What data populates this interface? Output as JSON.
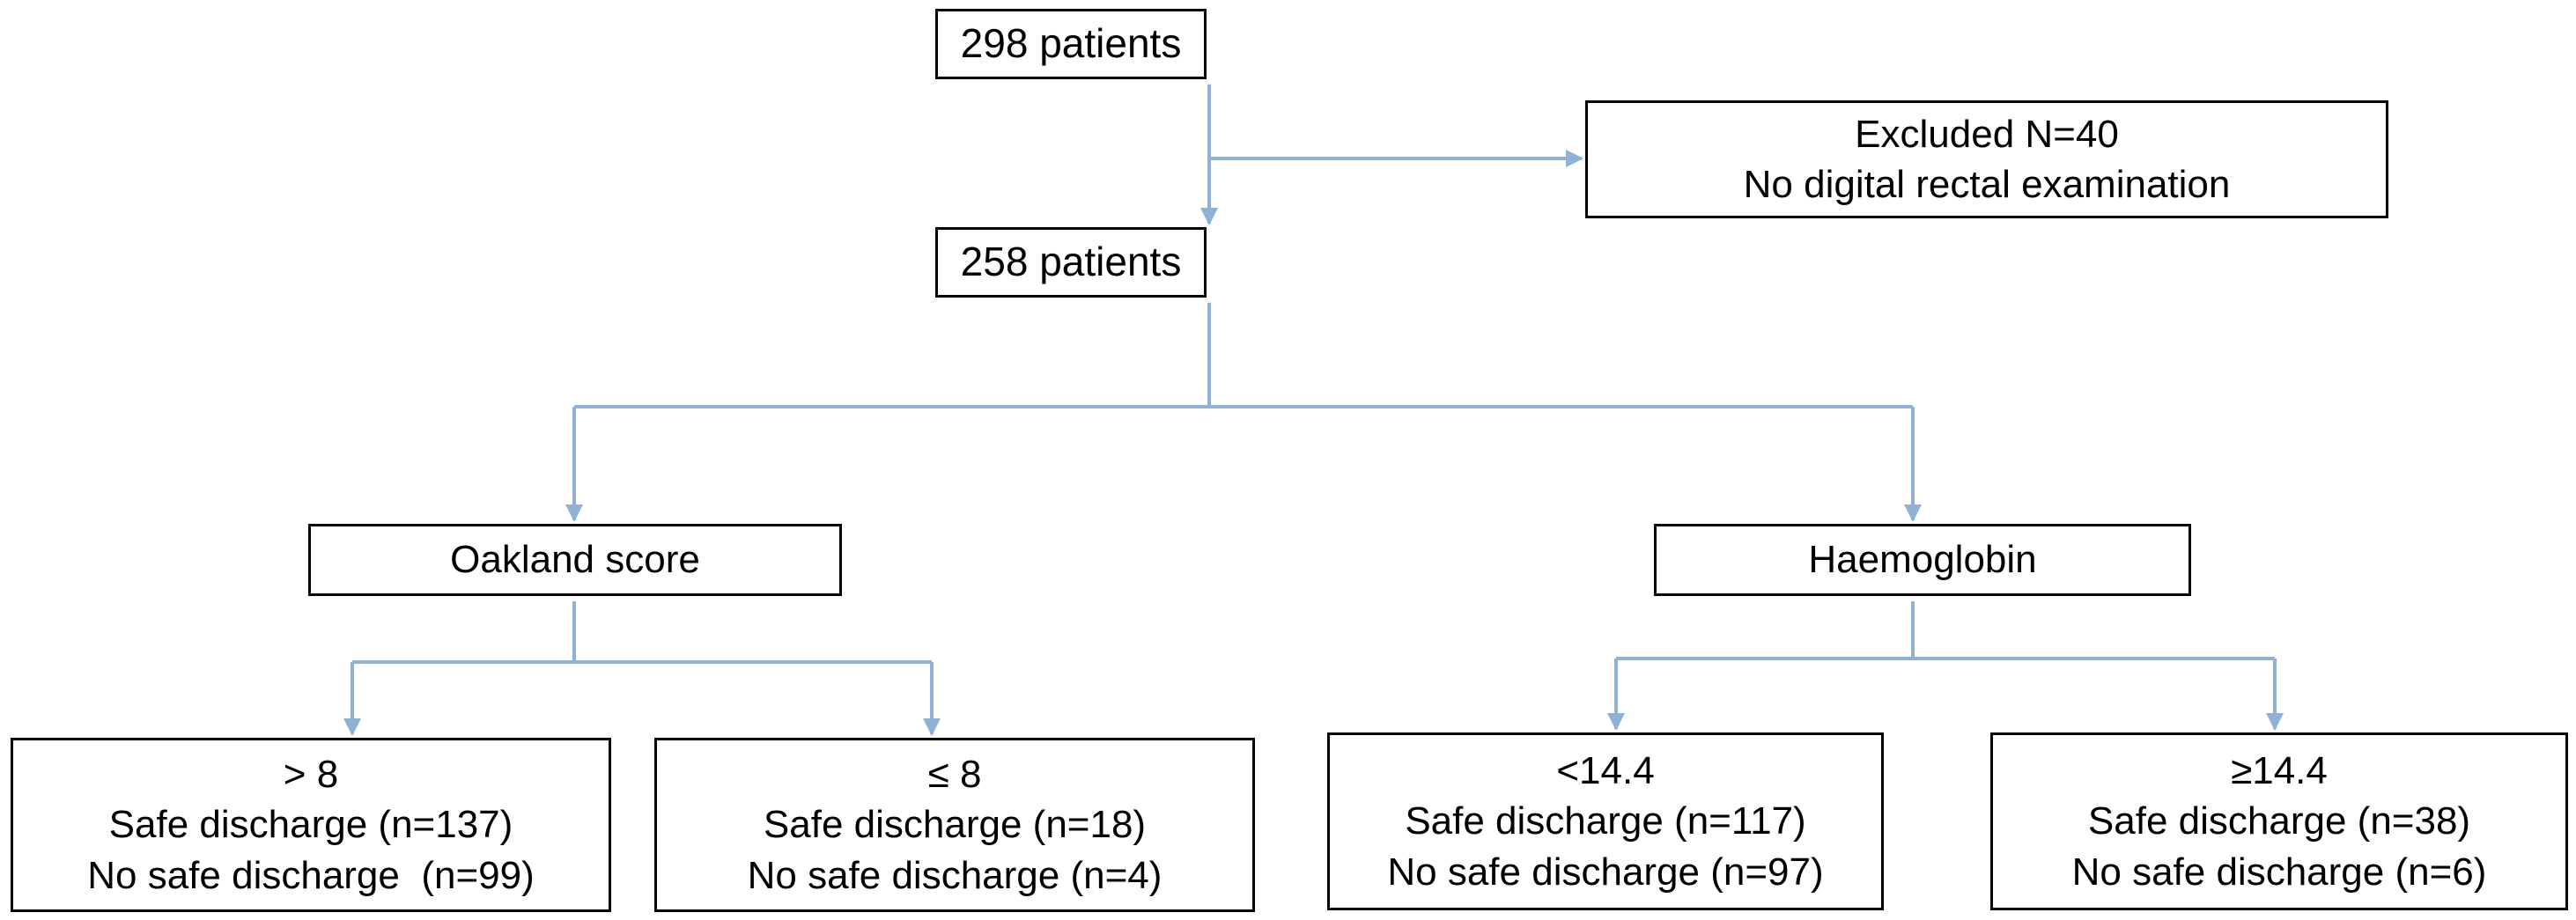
{
  "colors": {
    "connector": "#8fb1d6",
    "box_border": "#000000",
    "background": "#ffffff",
    "text": "#000000"
  },
  "nodes": {
    "total": {
      "label": "298 patients"
    },
    "excluded": {
      "line1": "Excluded N=40",
      "line2": "No digital rectal examination"
    },
    "included": {
      "label": "258 patients"
    },
    "oakland": {
      "label": "Oakland score"
    },
    "haemoglobin": {
      "label": "Haemoglobin"
    },
    "oakland_high": {
      "criterion": "> 8",
      "safe": "Safe discharge (n=137)",
      "unsafe": "No safe discharge  (n=99)"
    },
    "oakland_low": {
      "criterion": "≤ 8",
      "safe": "Safe discharge (n=18)",
      "unsafe": "No safe discharge (n=4)"
    },
    "haemo_low": {
      "criterion": "<14.4",
      "safe": "Safe discharge (n=117)",
      "unsafe": "No safe discharge (n=97)"
    },
    "haemo_high": {
      "criterion": "≥14.4",
      "safe": "Safe discharge (n=38)",
      "unsafe": "No safe discharge (n=6)"
    }
  }
}
